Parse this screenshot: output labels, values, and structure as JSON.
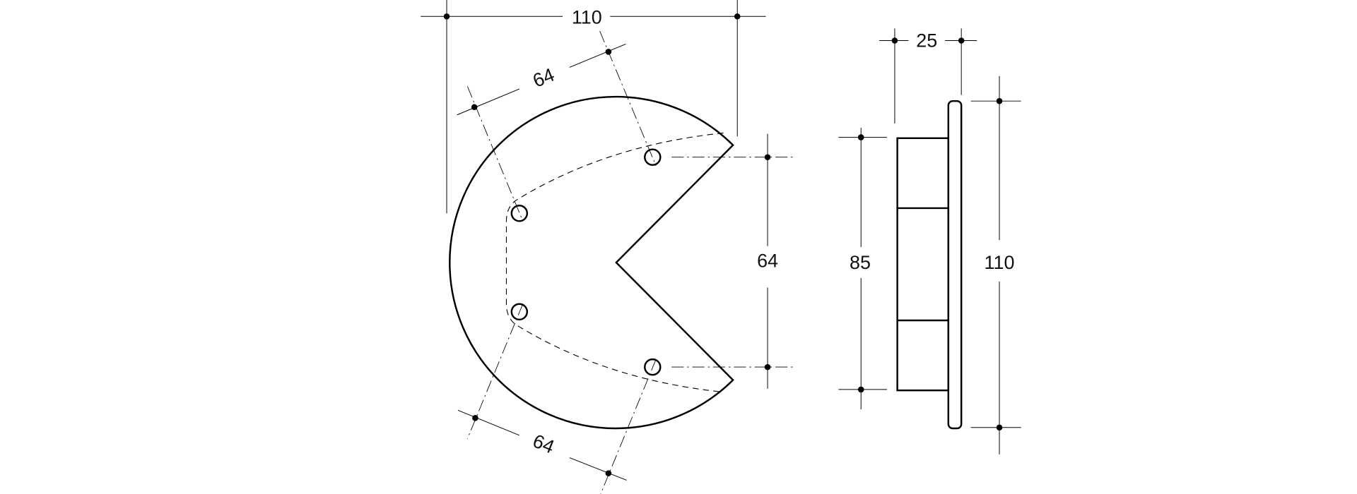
{
  "drawing": {
    "front_view": {
      "overall_width": "110",
      "hole_spacing_upper_diagonal": "64",
      "hole_spacing_lower_diagonal": "64",
      "hole_spacing_vertical": "64"
    },
    "side_view": {
      "depth": "25",
      "base_height": "85",
      "overall_height": "110"
    },
    "colors": {
      "line": "#000000",
      "background": "#ffffff"
    }
  }
}
